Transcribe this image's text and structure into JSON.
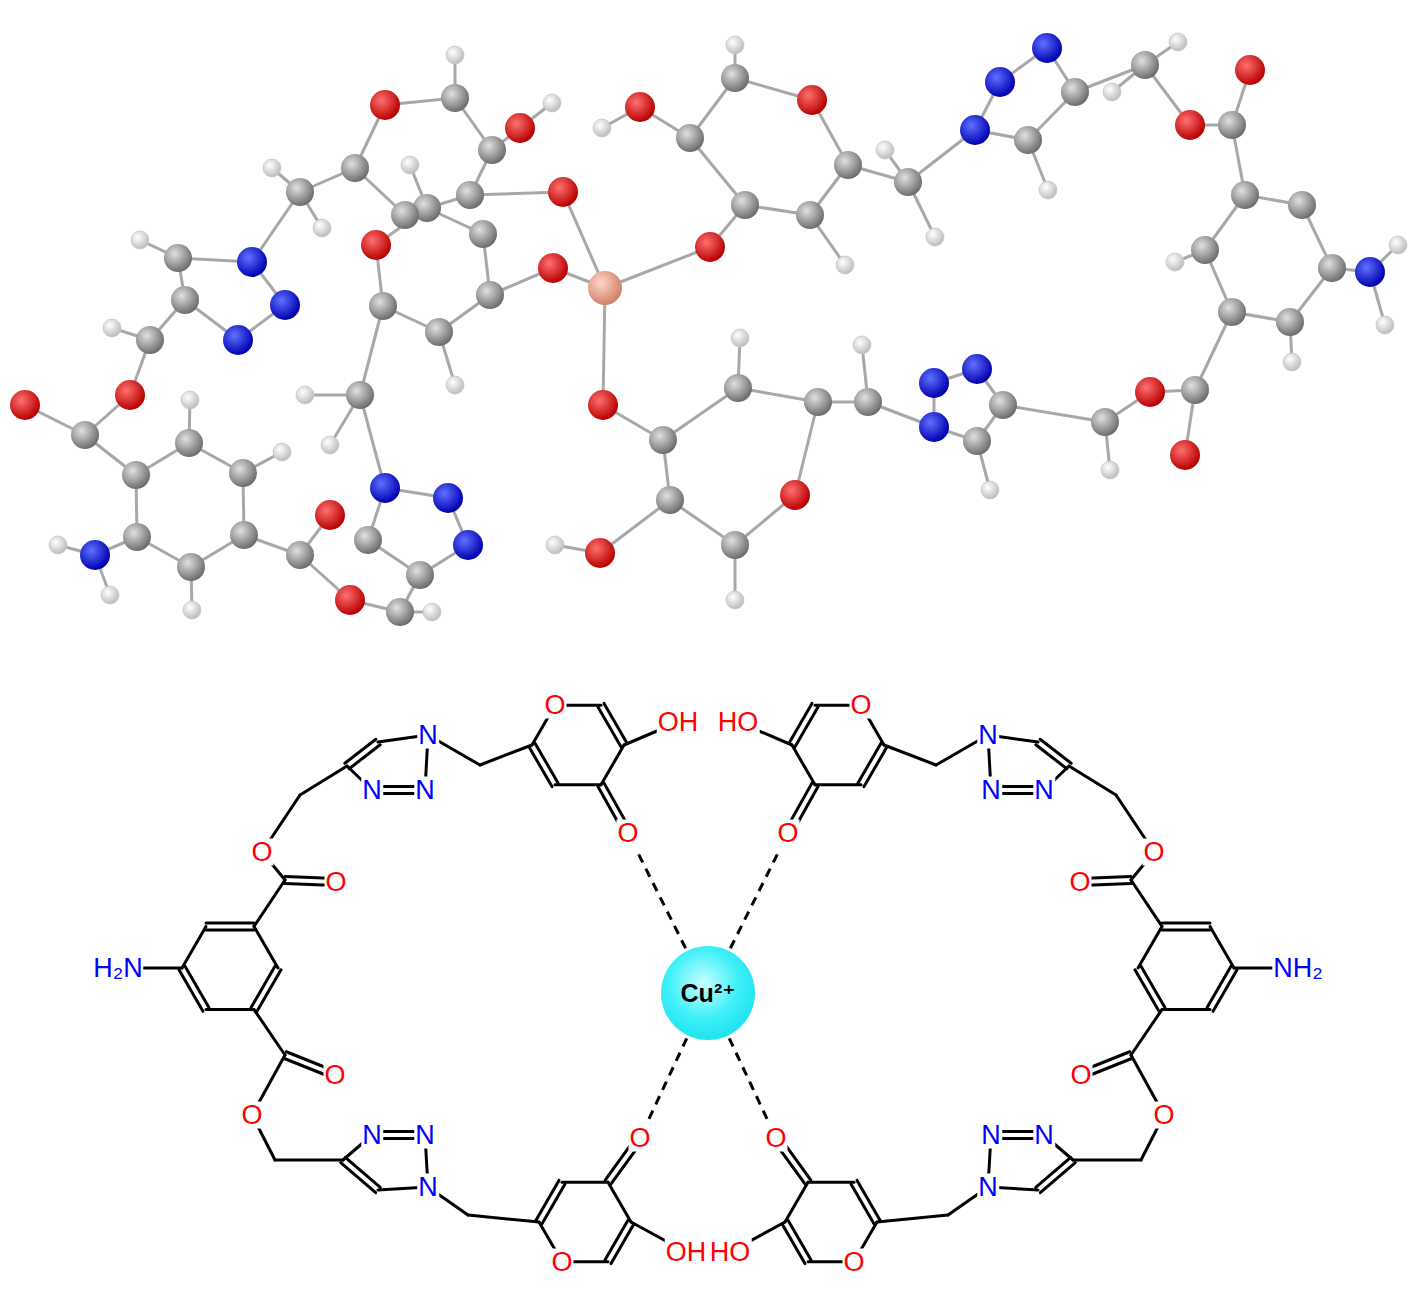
{
  "diagram": {
    "nodes": [
      {
        "text": [
          "Cu²⁺"
        ]
      }
    ],
    "labels": [
      "O",
      "OH",
      "N",
      "N",
      "N",
      "O",
      "O",
      "O",
      "H₂N",
      "O",
      "O",
      "N",
      "N",
      "N",
      "O",
      "OH",
      "O",
      "O",
      "HO",
      "N",
      "N",
      "N",
      "O",
      "O",
      "O",
      "NH₂",
      "O",
      "O",
      "N",
      "N",
      "N",
      "O",
      "HO",
      "O"
    ]
  }
}
